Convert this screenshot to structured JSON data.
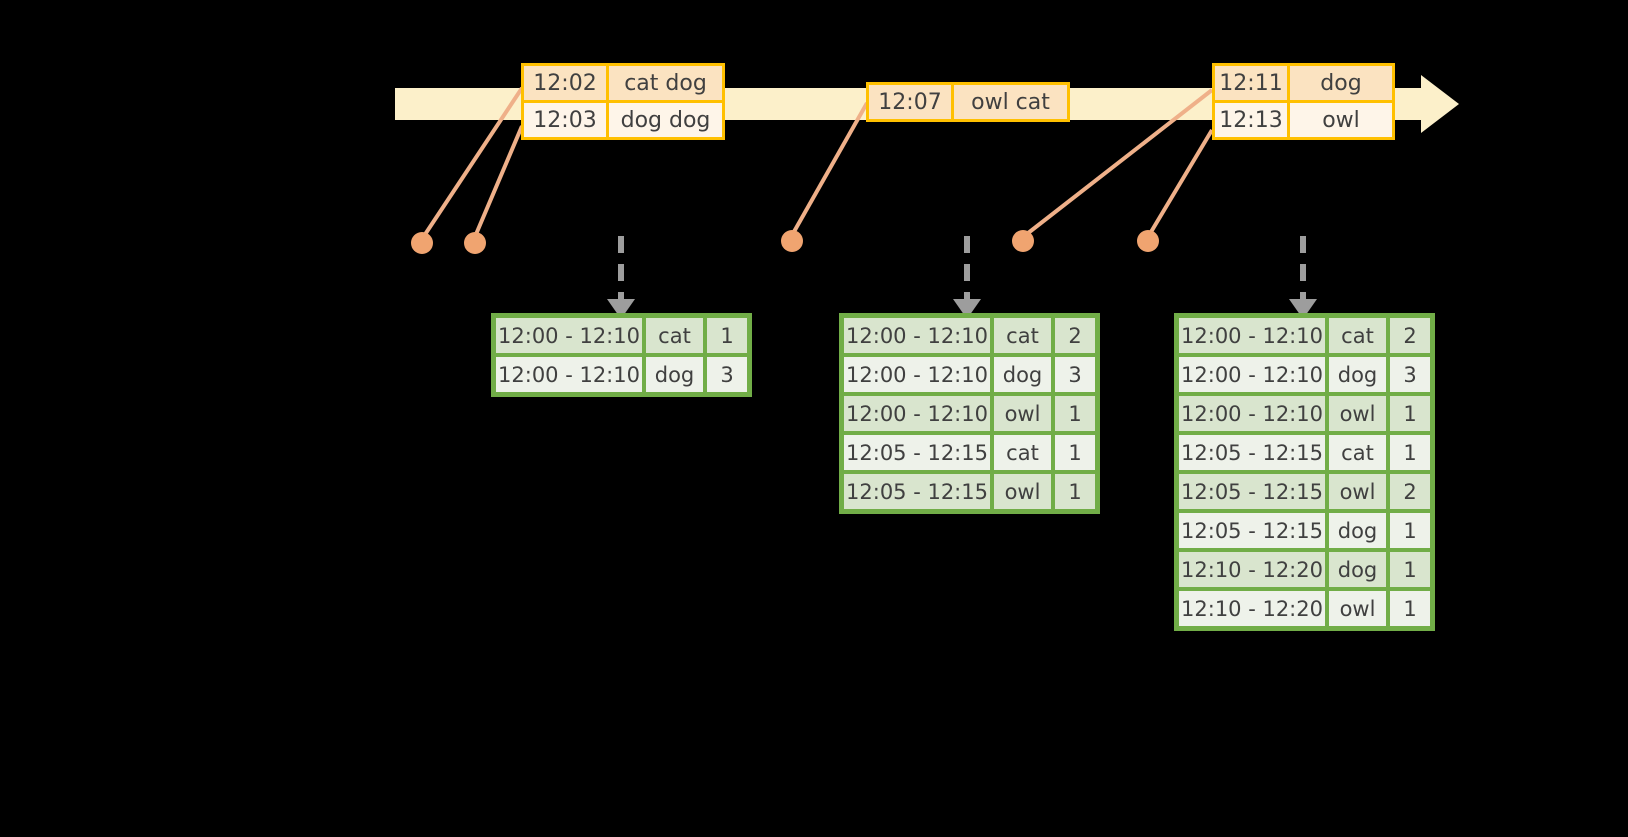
{
  "colors": {
    "background": "#000000",
    "timeline_fill": "#FCF0CA",
    "event_table_border": "#FFC000",
    "event_row_dark": "#FBE3C1",
    "event_row_light": "#FEF5E9",
    "connector_line": "#EFB089",
    "event_dot": "#F0A470",
    "trigger_arrow": "#9D9D9D",
    "result_table_border": "#71AD47",
    "result_row_dark": "#D9E5CE",
    "result_row_light": "#EEF2EA",
    "text": "#404040"
  },
  "timeline": {
    "direction": "left-to-right-arrow"
  },
  "event_tables": [
    {
      "rows": [
        [
          "12:02",
          "cat dog"
        ],
        [
          "12:03",
          "dog dog"
        ]
      ]
    },
    {
      "rows": [
        [
          "12:07",
          "owl cat"
        ]
      ]
    },
    {
      "rows": [
        [
          "12:11",
          "dog"
        ],
        [
          "12:13",
          "owl"
        ]
      ]
    }
  ],
  "result_tables": [
    {
      "rows": [
        [
          "12:00 - 12:10",
          "cat",
          "1"
        ],
        [
          "12:00 - 12:10",
          "dog",
          "3"
        ]
      ]
    },
    {
      "rows": [
        [
          "12:00 - 12:10",
          "cat",
          "2"
        ],
        [
          "12:00 - 12:10",
          "dog",
          "3"
        ],
        [
          "12:00 - 12:10",
          "owl",
          "1"
        ],
        [
          "12:05 - 12:15",
          "cat",
          "1"
        ],
        [
          "12:05 - 12:15",
          "owl",
          "1"
        ]
      ]
    },
    {
      "rows": [
        [
          "12:00 - 12:10",
          "cat",
          "2"
        ],
        [
          "12:00 - 12:10",
          "dog",
          "3"
        ],
        [
          "12:00 - 12:10",
          "owl",
          "1"
        ],
        [
          "12:05 - 12:15",
          "cat",
          "1"
        ],
        [
          "12:05 - 12:15",
          "owl",
          "2"
        ],
        [
          "12:05 - 12:15",
          "dog",
          "1"
        ],
        [
          "12:10 - 12:20",
          "dog",
          "1"
        ],
        [
          "12:10 - 12:20",
          "owl",
          "1"
        ]
      ]
    }
  ]
}
